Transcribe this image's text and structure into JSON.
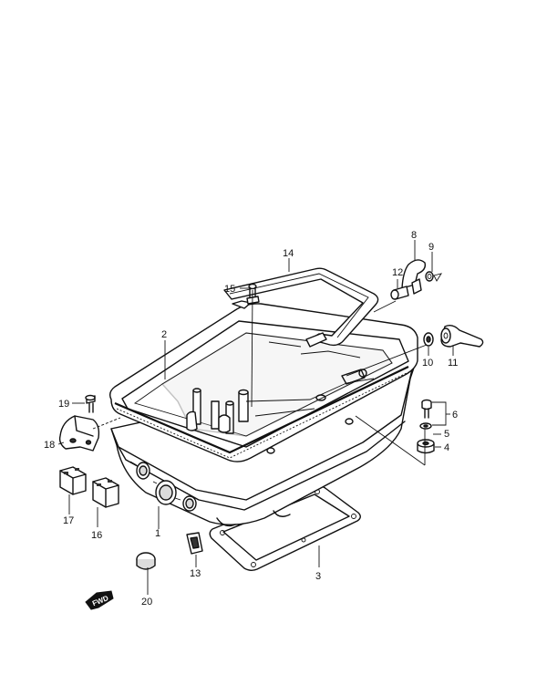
{
  "callouts": [
    {
      "id": "1",
      "text": "1"
    },
    {
      "id": "2",
      "text": "2"
    },
    {
      "id": "3",
      "text": "3"
    },
    {
      "id": "4",
      "text": "4"
    },
    {
      "id": "5",
      "text": "5"
    },
    {
      "id": "6",
      "text": "6"
    },
    {
      "id": "8",
      "text": "8"
    },
    {
      "id": "9",
      "text": "9"
    },
    {
      "id": "10",
      "text": "10"
    },
    {
      "id": "11",
      "text": "11"
    },
    {
      "id": "12",
      "text": "12"
    },
    {
      "id": "13",
      "text": "13"
    },
    {
      "id": "14",
      "text": "14"
    },
    {
      "id": "15",
      "text": "15"
    },
    {
      "id": "16",
      "text": "16"
    },
    {
      "id": "17",
      "text": "17"
    },
    {
      "id": "18",
      "text": "18"
    },
    {
      "id": "19",
      "text": "19"
    },
    {
      "id": "20",
      "text": "20"
    }
  ],
  "forward_badge": {
    "text": "FWD"
  }
}
